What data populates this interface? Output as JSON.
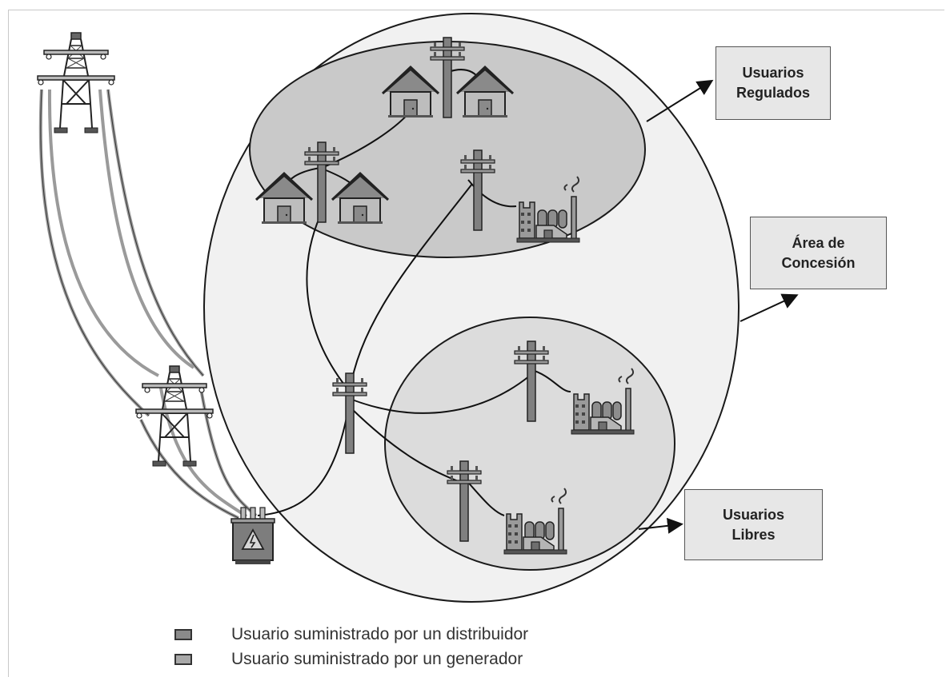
{
  "labels": {
    "regulados": {
      "line1": "Usuarios",
      "line2": "Regulados"
    },
    "concesion": {
      "line1": "Área de",
      "line2": "Concesión"
    },
    "libres": {
      "line1": "Usuarios",
      "line2": "Libres"
    }
  },
  "legend": [
    {
      "text": "Usuario suministrado por un distribuidor",
      "color": "#8a8a8a"
    },
    {
      "text": "Usuario suministrado por un generador",
      "color": "#a9a9a9"
    }
  ],
  "icons": {
    "tower": "transmission-tower-icon",
    "pole": "utility-pole-icon",
    "house": "house-icon",
    "factory": "factory-icon",
    "transformer": "transformer-icon"
  },
  "colors": {
    "concession_area": "#f1f1f1",
    "regulated_area": "#c8c8c8",
    "free_area": "#dcdcdc",
    "distributor_line": "#1a1a1a",
    "transmission_line": "#999999"
  }
}
